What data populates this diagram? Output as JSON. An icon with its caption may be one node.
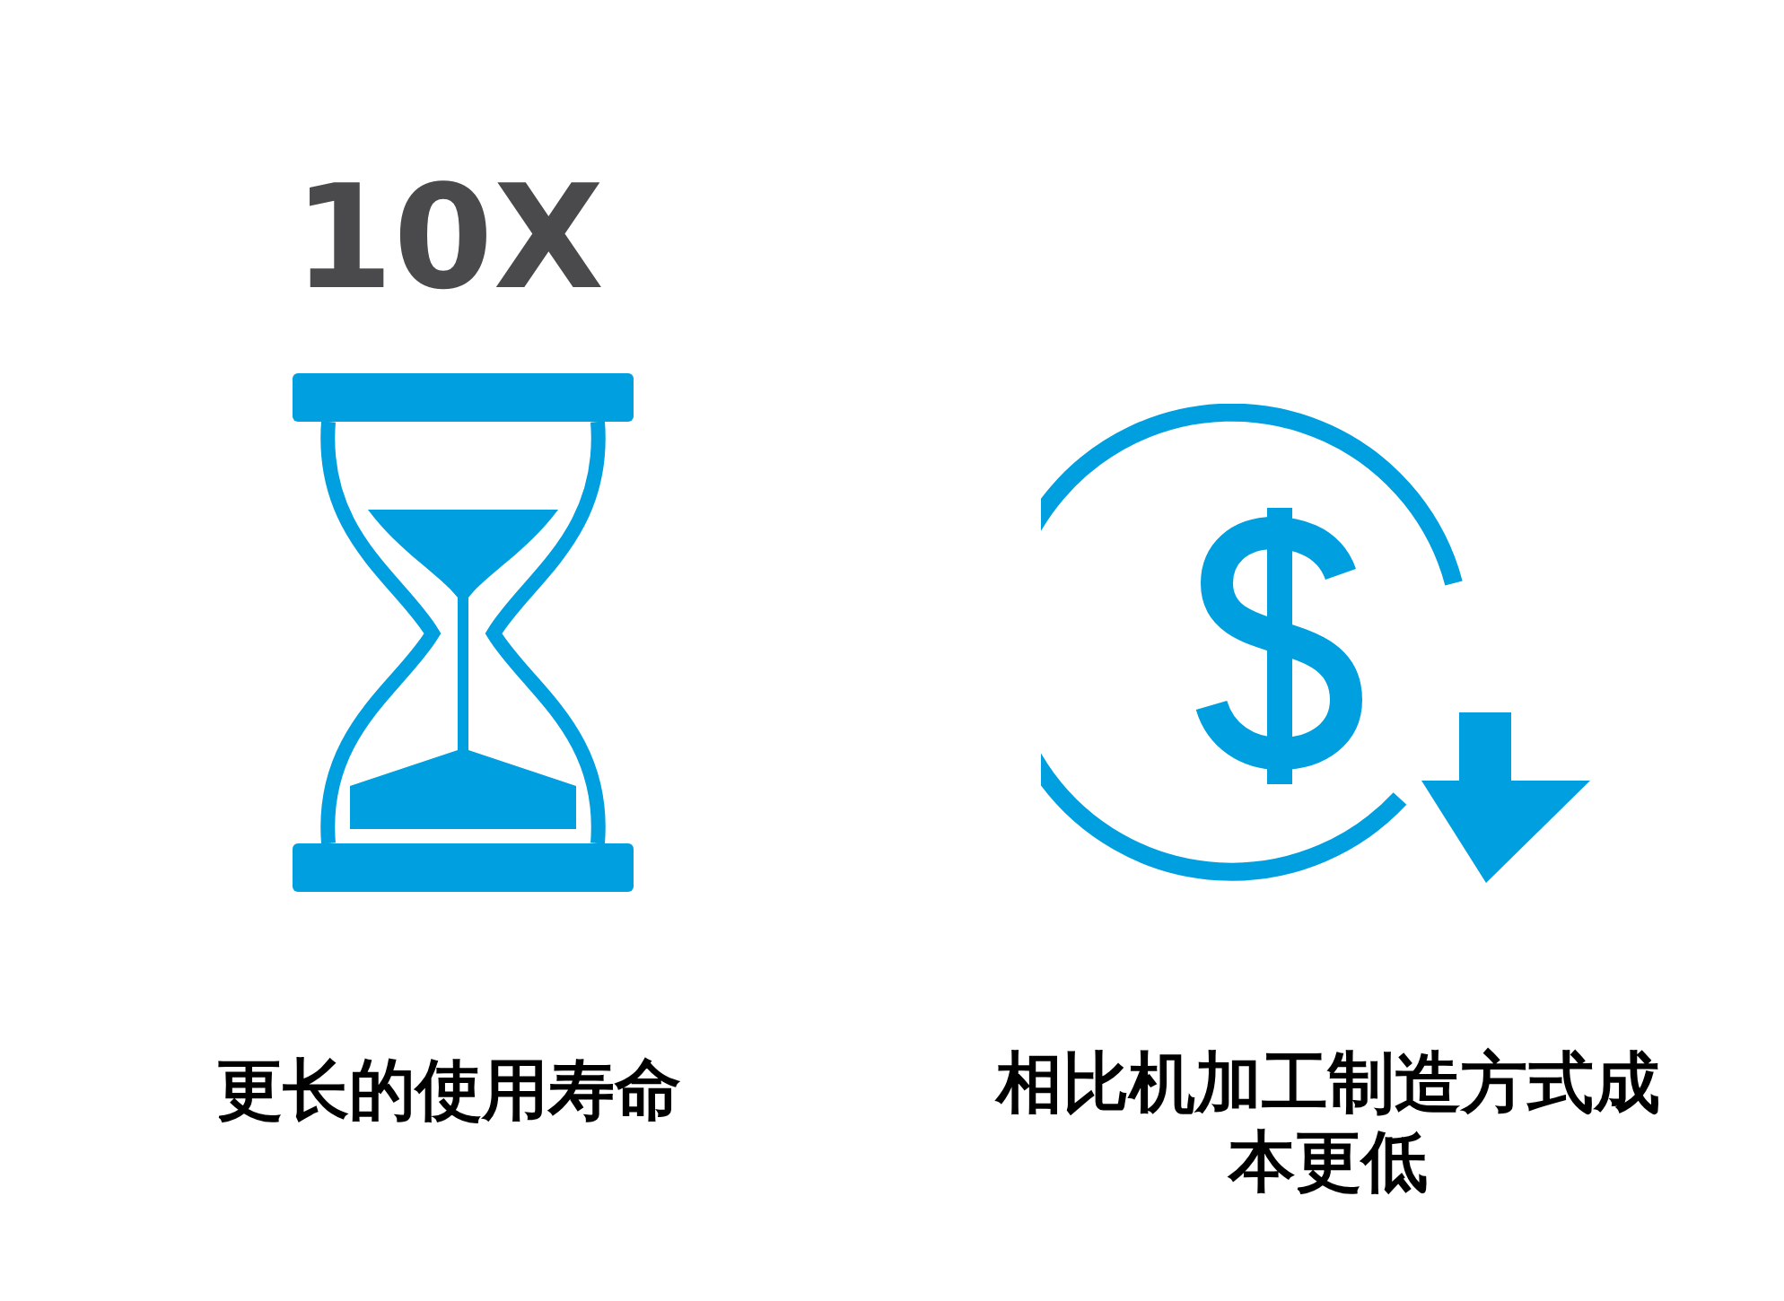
{
  "diagram": {
    "labels": [
      "10X",
      "更长的使用寿命",
      "相比机加工制造方式成本更低"
    ]
  }
}
